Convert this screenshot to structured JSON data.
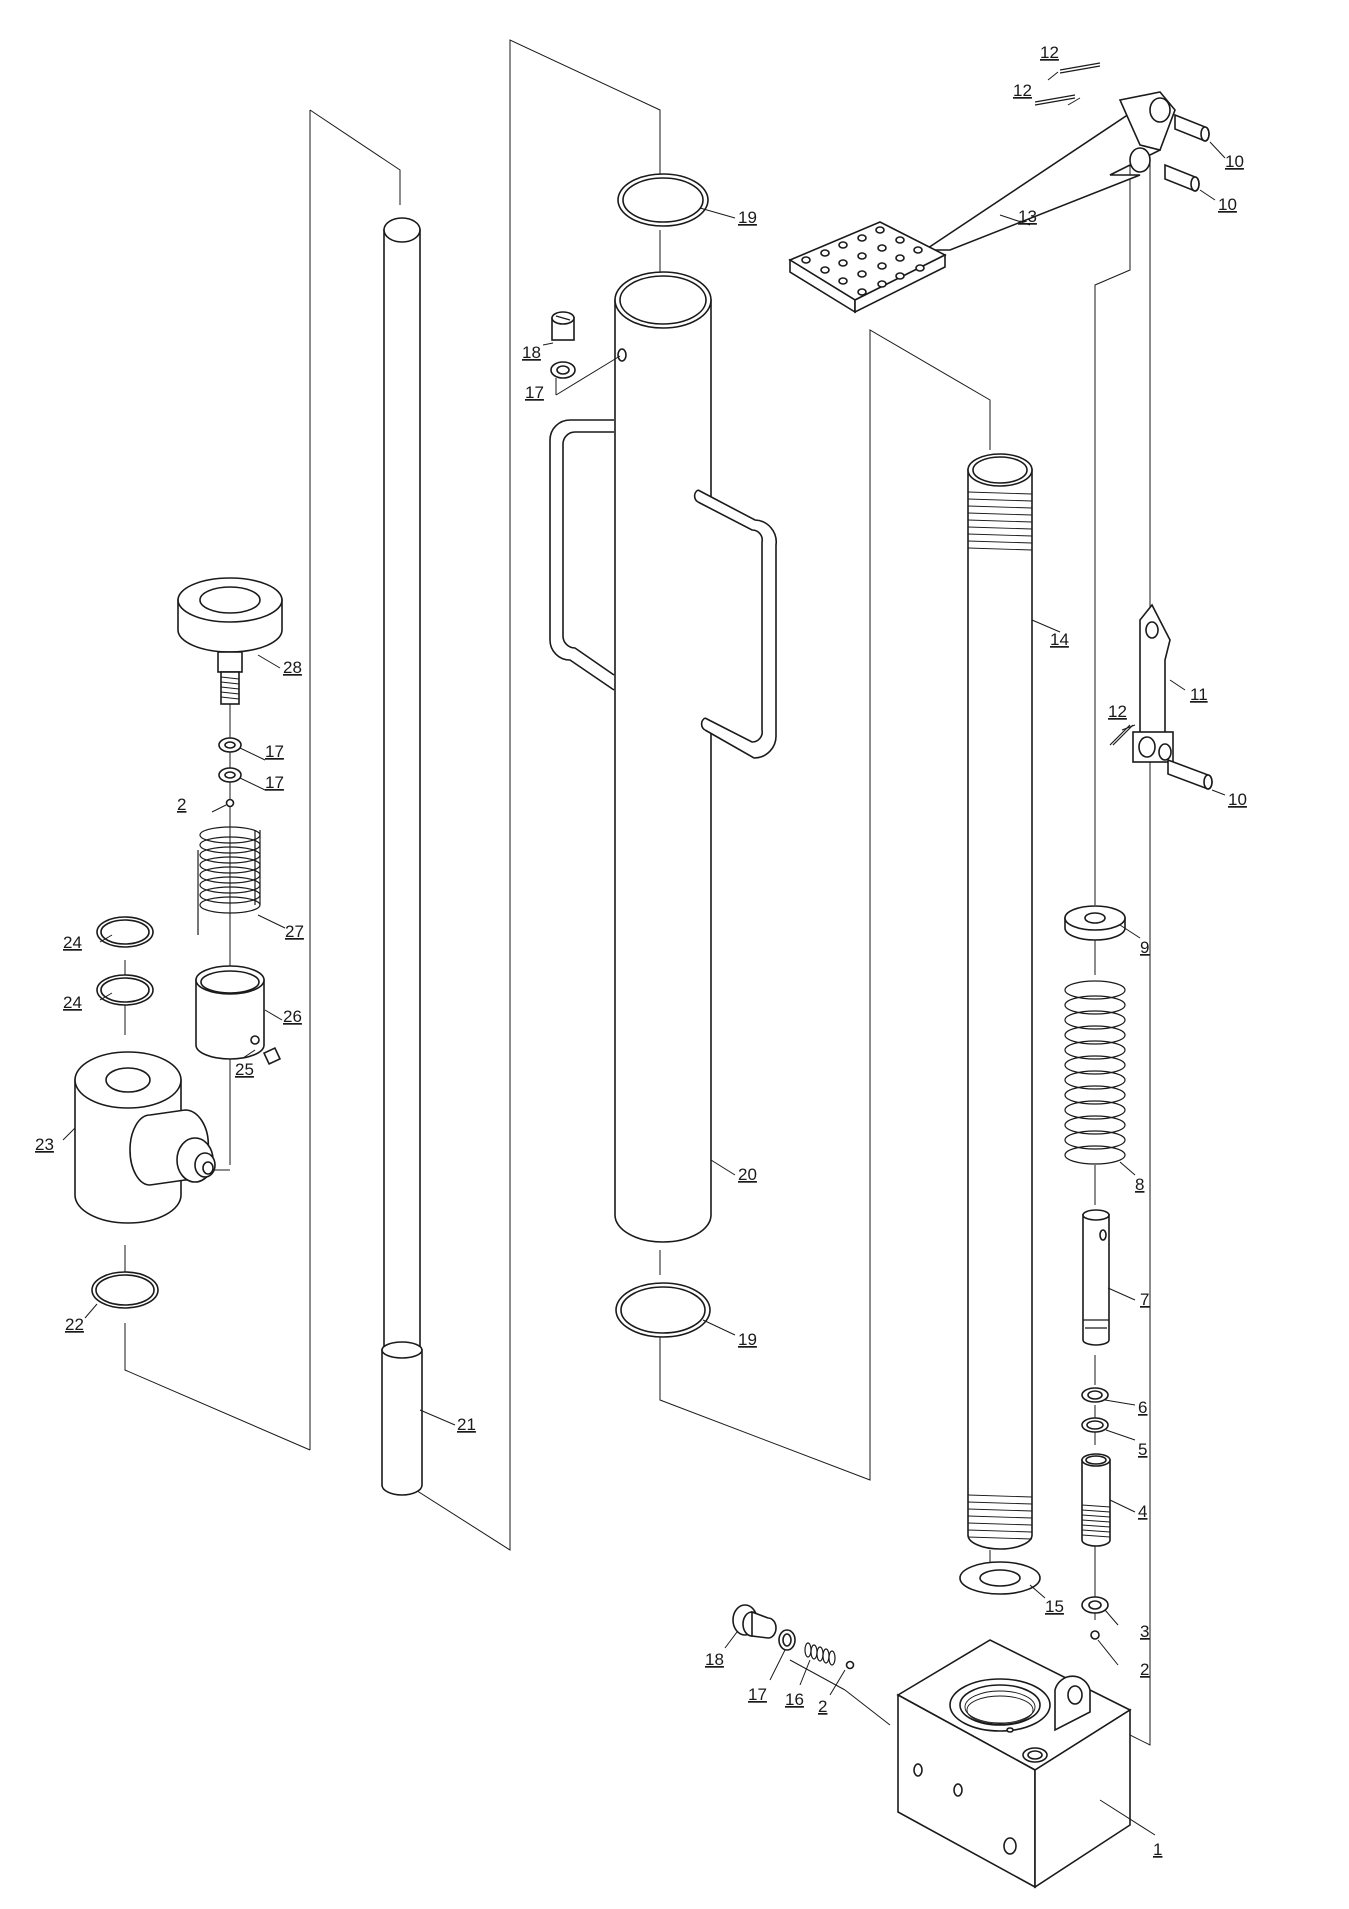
{
  "callouts": [
    {
      "id": "c28",
      "text": "28"
    },
    {
      "id": "c17a",
      "text": "17"
    },
    {
      "id": "c17b",
      "text": "17"
    },
    {
      "id": "c2a",
      "text": "2"
    },
    {
      "id": "c27",
      "text": "27"
    },
    {
      "id": "c24a",
      "text": "24"
    },
    {
      "id": "c24b",
      "text": "24"
    },
    {
      "id": "c26",
      "text": "26"
    },
    {
      "id": "c25",
      "text": "25"
    },
    {
      "id": "c23",
      "text": "23"
    },
    {
      "id": "c22",
      "text": "22"
    },
    {
      "id": "c21",
      "text": "21"
    },
    {
      "id": "c19a",
      "text": "19"
    },
    {
      "id": "c18a",
      "text": "18"
    },
    {
      "id": "c17c",
      "text": "17"
    },
    {
      "id": "c20",
      "text": "20"
    },
    {
      "id": "c19b",
      "text": "19"
    },
    {
      "id": "c12a",
      "text": "12"
    },
    {
      "id": "c12b",
      "text": "12"
    },
    {
      "id": "c10a",
      "text": "10"
    },
    {
      "id": "c10b",
      "text": "10"
    },
    {
      "id": "c13",
      "text": "13"
    },
    {
      "id": "c14",
      "text": "14"
    },
    {
      "id": "c11",
      "text": "11"
    },
    {
      "id": "c12c",
      "text": "12"
    },
    {
      "id": "c10c",
      "text": "10"
    },
    {
      "id": "c9",
      "text": "9"
    },
    {
      "id": "c8",
      "text": "8"
    },
    {
      "id": "c7",
      "text": "7"
    },
    {
      "id": "c6",
      "text": "6"
    },
    {
      "id": "c5",
      "text": "5"
    },
    {
      "id": "c4",
      "text": "4"
    },
    {
      "id": "c15",
      "text": "15"
    },
    {
      "id": "c3",
      "text": "3"
    },
    {
      "id": "c2b",
      "text": "2"
    },
    {
      "id": "c18b",
      "text": "18"
    },
    {
      "id": "c17d",
      "text": "17"
    },
    {
      "id": "c16",
      "text": "16"
    },
    {
      "id": "c2c",
      "text": "2"
    },
    {
      "id": "c1",
      "text": "1"
    }
  ]
}
